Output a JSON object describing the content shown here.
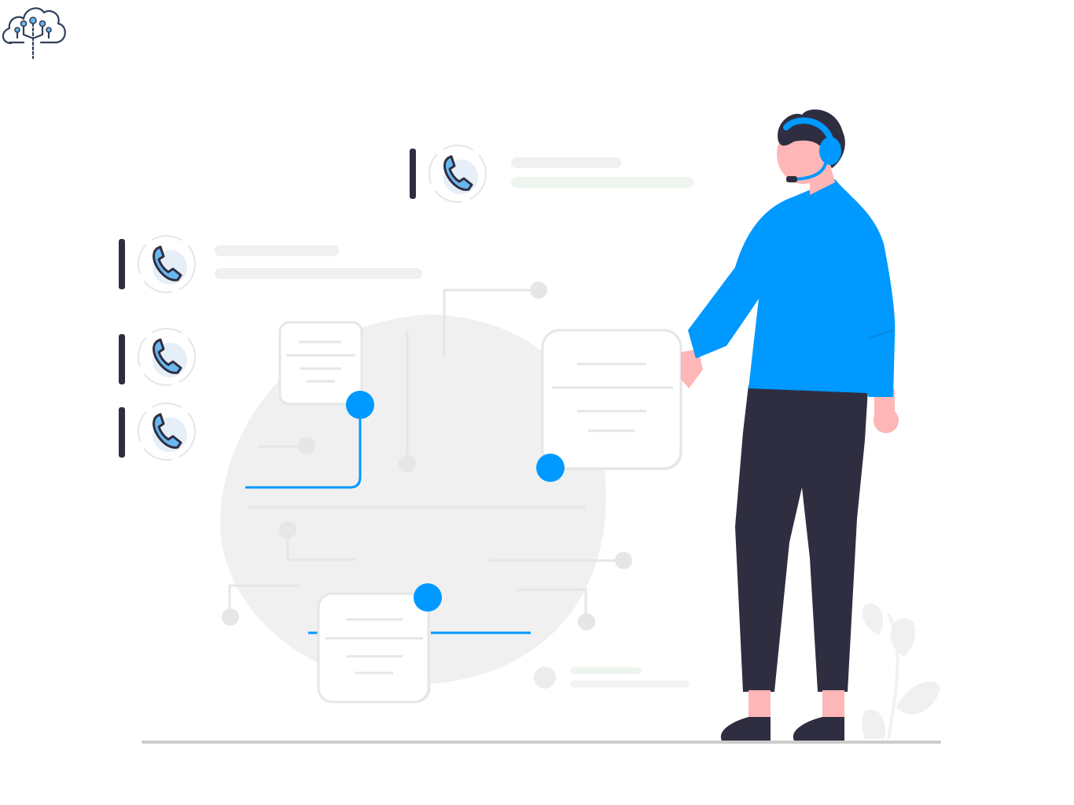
{
  "colors": {
    "accent": "#0099ff",
    "phone_blue": "#6ab7ef",
    "dark": "#2f2e41",
    "skin": "#ffb6b6",
    "light_gray": "#f0f0f0",
    "line_gray": "#e6e6e6",
    "green_tint": "#eef5ee"
  },
  "icons": {
    "logo": "cloud-circuit-icon",
    "call": "phone-icon"
  },
  "illustration": {
    "subject": "customer-support-agent",
    "call_entries": 4,
    "flow_cards": 3
  }
}
